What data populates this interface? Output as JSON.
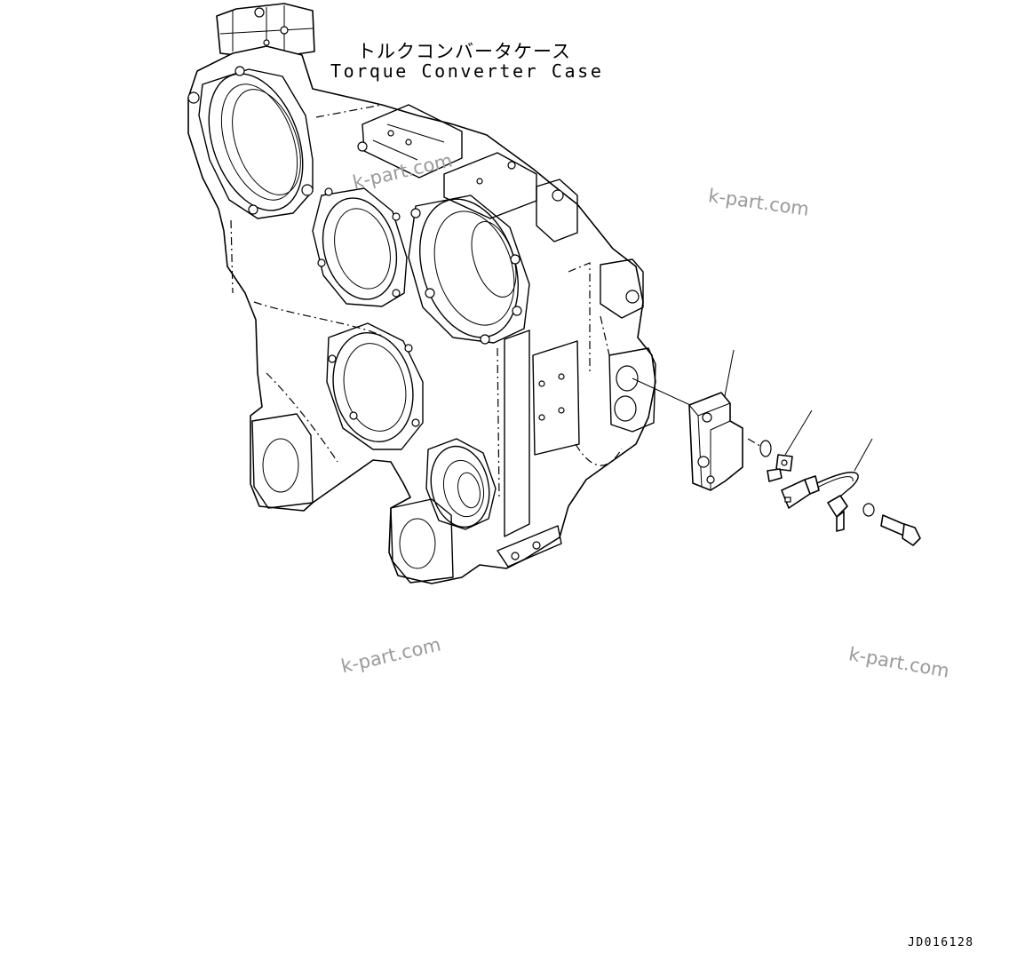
{
  "labels": {
    "part_name_jp": "トルクコンバータケース",
    "part_name_en": "Torque Converter Case"
  },
  "watermarks": [
    "k-part.com",
    "k-part.com",
    "k-part.com",
    "k-part.com"
  ],
  "drawing_code": "JD016128"
}
